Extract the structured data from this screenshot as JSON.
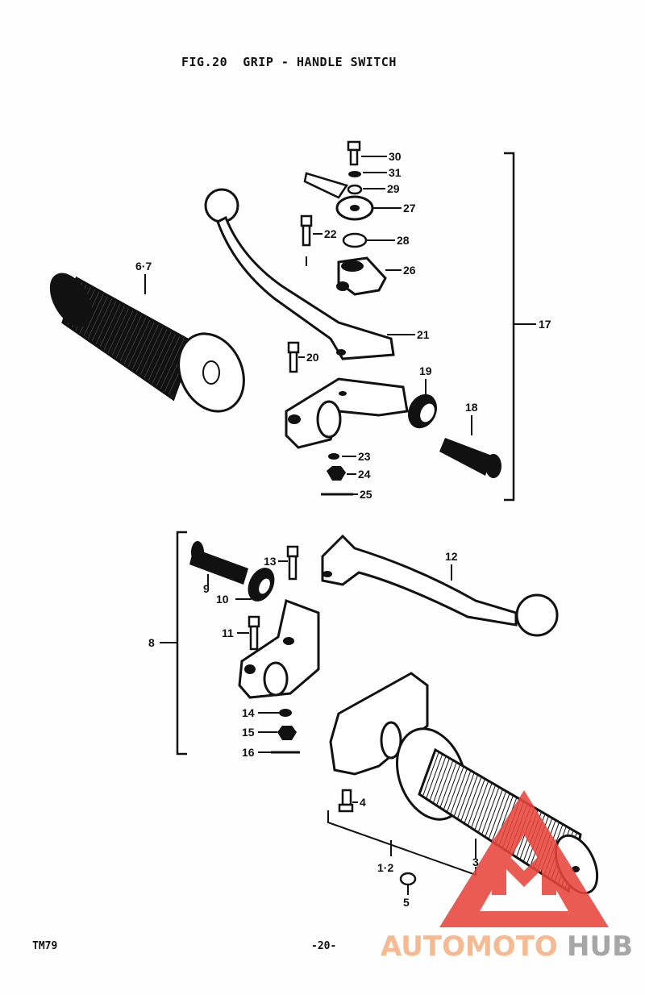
{
  "figure": {
    "title": "FIG.20  GRIP - HANDLE SWITCH",
    "model_code": "TM79",
    "page_number": "-20-"
  },
  "callouts": {
    "c30": "30",
    "c31": "31",
    "c29": "29",
    "c27": "27",
    "c22": "22",
    "c28": "28",
    "c26": "26",
    "c21": "21",
    "c20": "20",
    "c19": "19",
    "c18": "18",
    "c17": "17",
    "c23": "23",
    "c24": "24",
    "c25": "25",
    "c67": "6·7",
    "c13": "13",
    "c12": "12",
    "c9": "9",
    "c10": "10",
    "c11": "11",
    "c8": "8",
    "c14": "14",
    "c15": "15",
    "c16": "16",
    "c4": "4",
    "c12b": "1·2",
    "c3": "3",
    "c5": "5"
  },
  "watermark": {
    "part1": "AUTOMOTO",
    "part2": "HUB",
    "color_red": "#e8453c",
    "color_orange": "#f4b183",
    "color_gray": "#9a9a9a"
  }
}
